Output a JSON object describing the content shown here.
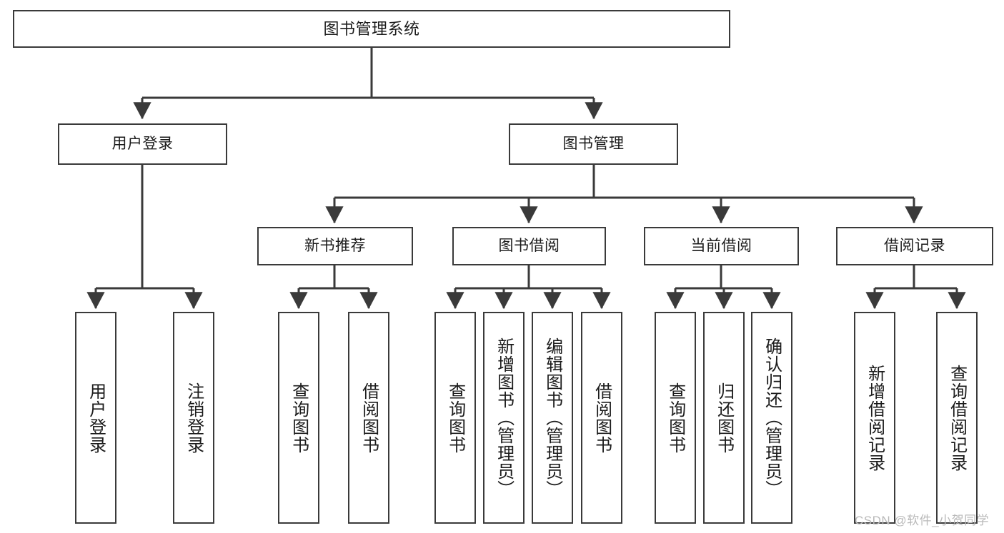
{
  "diagram": {
    "title": "图书管理系统",
    "type": "tree-hierarchy-diagram",
    "colors": {
      "background": "#ffffff",
      "node_fill": "#ffffff",
      "node_stroke": "#3a3a3a",
      "edge_stroke": "#3a3a3a",
      "text": "#1b1b1b",
      "watermark": "#b9b9b9"
    },
    "nodes": {
      "root": {
        "label": "图书管理系统"
      },
      "level2": [
        {
          "id": "user-login",
          "label": "用户登录"
        },
        {
          "id": "book-manage",
          "label": "图书管理"
        }
      ],
      "level3": [
        {
          "id": "new-book-recommend",
          "label": "新书推荐"
        },
        {
          "id": "book-borrow",
          "label": "图书借阅"
        },
        {
          "id": "current-borrow",
          "label": "当前借阅"
        },
        {
          "id": "borrow-record",
          "label": "借阅记录"
        }
      ],
      "leaves": {
        "user-login": [
          {
            "id": "leaf-user-login",
            "label": "用户登录"
          },
          {
            "id": "leaf-user-logout",
            "label": "注销登录"
          }
        ],
        "new-book-recommend": [
          {
            "id": "leaf-query-book-1",
            "label": "查询图书"
          },
          {
            "id": "leaf-borrow-book-1",
            "label": "借阅图书"
          }
        ],
        "book-borrow": [
          {
            "id": "leaf-query-book-2",
            "label": "查询图书"
          },
          {
            "id": "leaf-add-book",
            "label": "新增图书（管理员）"
          },
          {
            "id": "leaf-edit-book",
            "label": "编辑图书（管理员）"
          },
          {
            "id": "leaf-borrow-book-2",
            "label": "借阅图书"
          }
        ],
        "current-borrow": [
          {
            "id": "leaf-query-book-3",
            "label": "查询图书"
          },
          {
            "id": "leaf-return-book",
            "label": "归还图书"
          },
          {
            "id": "leaf-confirm-return",
            "label": "确认归还（管理员）"
          }
        ],
        "borrow-record": [
          {
            "id": "leaf-add-record",
            "label": "新增借阅记录"
          },
          {
            "id": "leaf-query-record",
            "label": "查询借阅记录"
          }
        ]
      }
    },
    "watermark": "CSDN @软件_小贺同学"
  }
}
